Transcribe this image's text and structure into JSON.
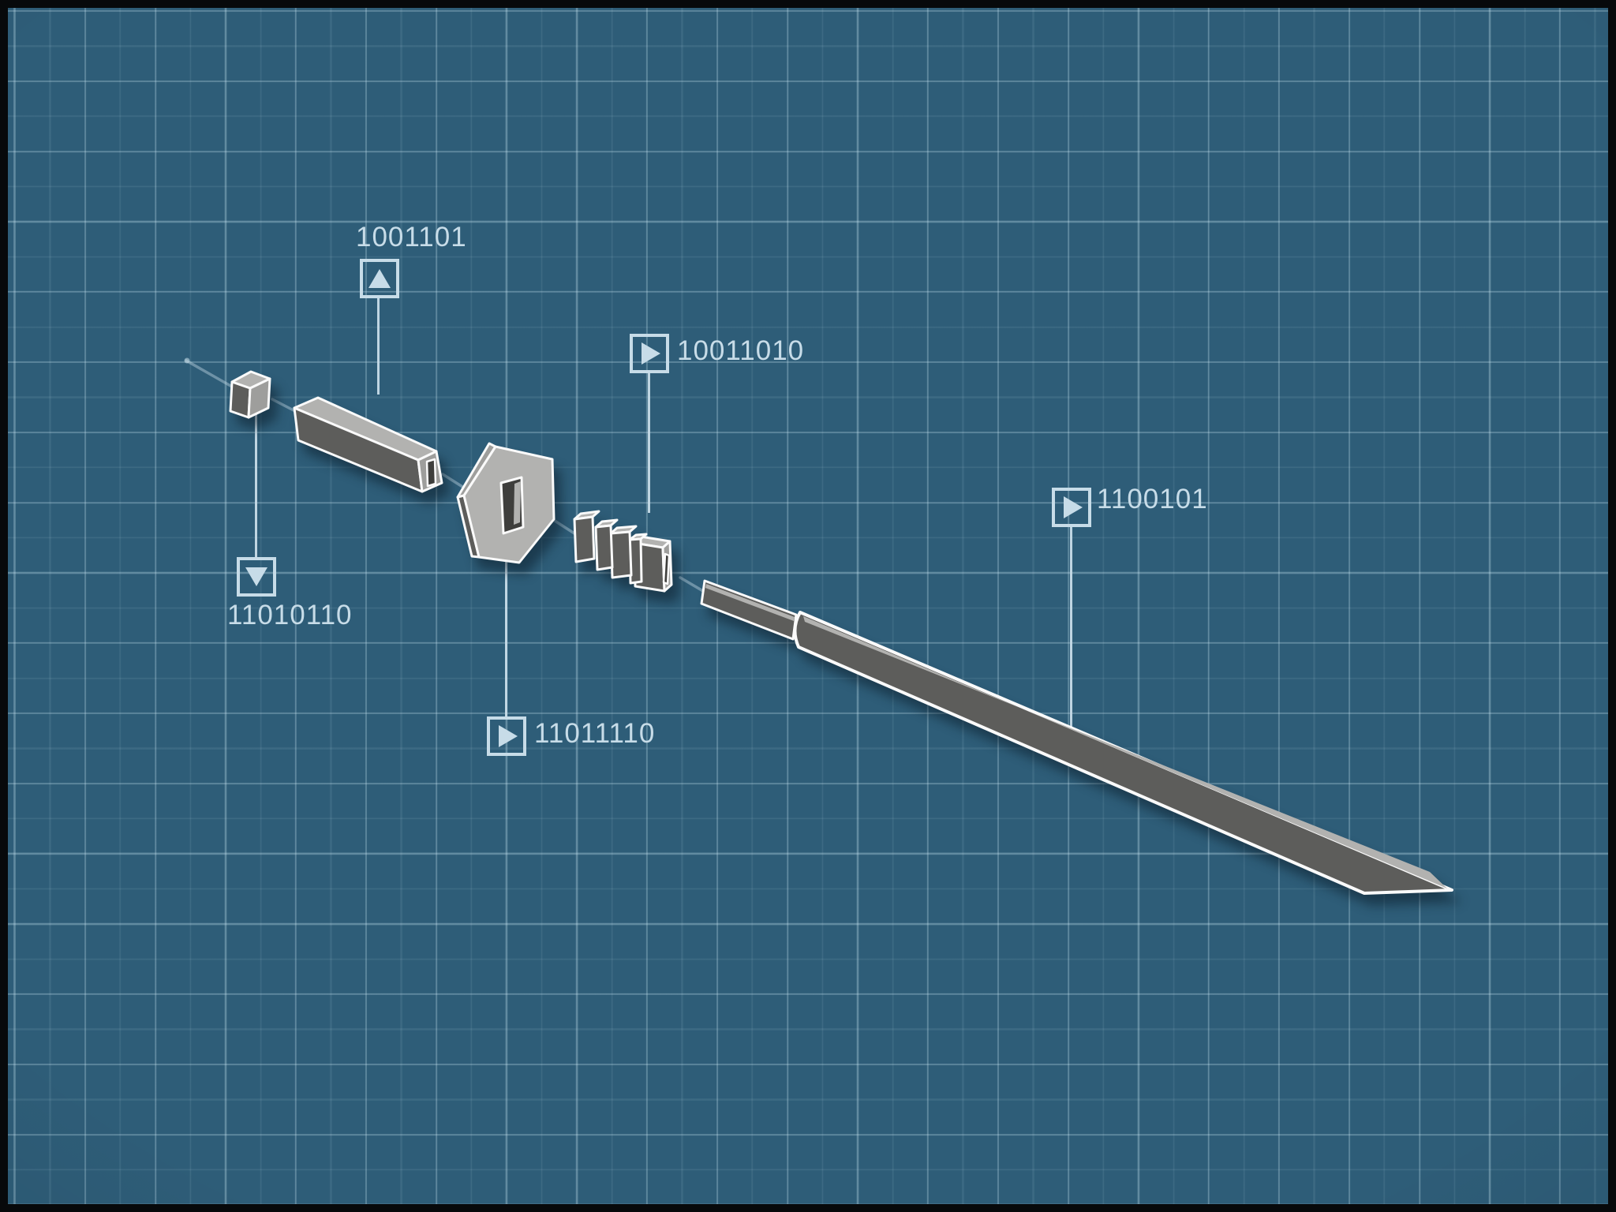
{
  "colors": {
    "background": "#2e5d78",
    "grid_minor": "rgba(205,232,244,0.09)",
    "grid_major": "rgba(205,232,244,0.26)",
    "accent": "#c7dce8",
    "outline": "#fafafa",
    "part_light": "#b2b2b0",
    "part_mid": "#9e9e9c",
    "part_dark": "#5d5d5b",
    "part_darker": "#3e3e3c",
    "frame": "#07090b"
  },
  "labels": [
    {
      "id": "handle",
      "binary": "1001101",
      "icon": "arrow-up"
    },
    {
      "id": "pommel-cap",
      "binary": "11010110",
      "icon": "arrow-down"
    },
    {
      "id": "spacers",
      "binary": "10011010",
      "icon": "arrow-right"
    },
    {
      "id": "guard",
      "binary": "11011110",
      "icon": "arrow-right"
    },
    {
      "id": "blade",
      "binary": "1100101",
      "icon": "arrow-right"
    }
  ],
  "parts": [
    {
      "id": "pommel-cap"
    },
    {
      "id": "handle"
    },
    {
      "id": "guard"
    },
    {
      "id": "spacer-stack"
    },
    {
      "id": "blade"
    }
  ]
}
